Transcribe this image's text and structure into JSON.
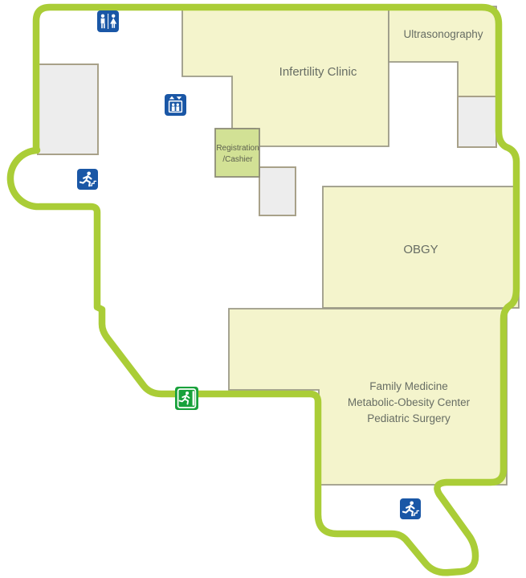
{
  "floor_map": {
    "rooms": {
      "infertility_clinic": {
        "label": "Infertility Clinic"
      },
      "ultrasonography": {
        "label": "Ultrasonography"
      },
      "registration_cashier": {
        "line1": "Registration",
        "line2": "/Cashier"
      },
      "obgy": {
        "label": "OBGY"
      },
      "family_medicine": {
        "line1": "Family Medicine",
        "line2": "Metabolic-Obesity Center",
        "line3": "Pediatric Surgery"
      }
    },
    "icons": [
      {
        "name": "restroom-icon"
      },
      {
        "name": "elevator-icon"
      },
      {
        "name": "emergency-exit-stairs-icon-left"
      },
      {
        "name": "exit-door-icon"
      },
      {
        "name": "emergency-exit-stairs-icon-bottom"
      }
    ],
    "colors": {
      "outline_green": "#aacd37",
      "room_fill": "#f4f4cc",
      "room_border": "#9c9a88",
      "registration_fill": "#d2e195",
      "gray_room_fill": "#ededed",
      "gray_room_border": "#a8a189",
      "icon_blue": "#1a57a6",
      "icon_green": "#18a13b",
      "label_text": "#676d64"
    }
  }
}
